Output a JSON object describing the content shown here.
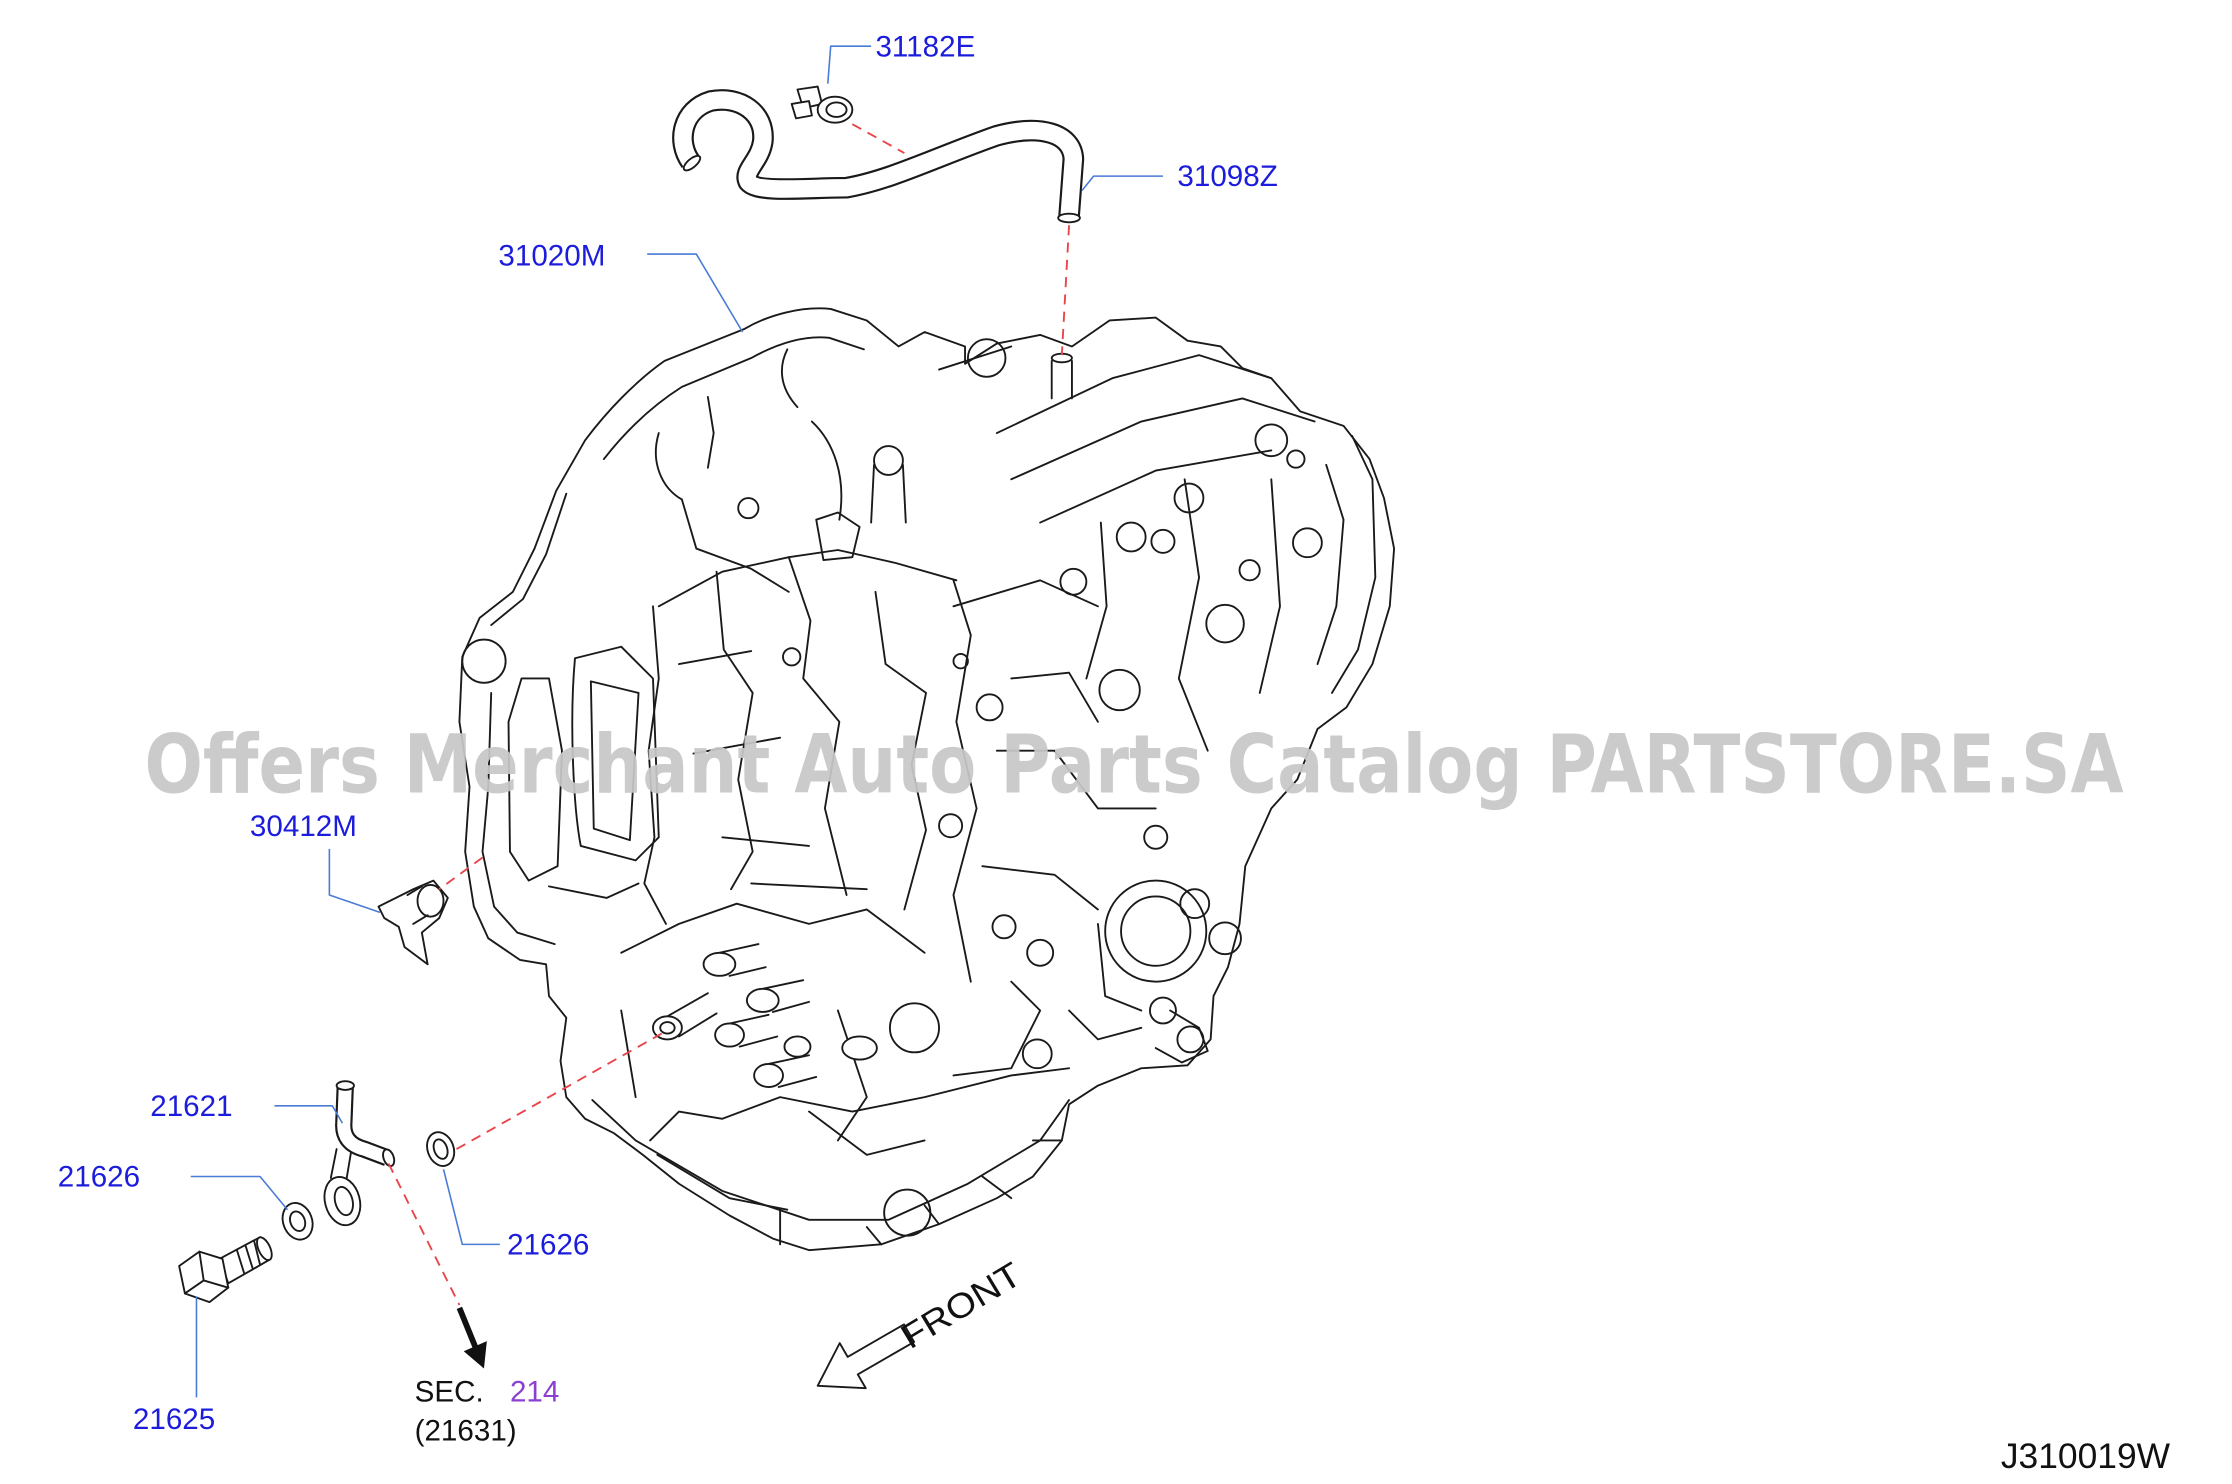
{
  "watermark": "Offers Merchant Auto Parts Catalog PARTSTORE.SA",
  "callouts": [
    {
      "label": "31182E"
    },
    {
      "label": "31098Z"
    },
    {
      "label": "31020M"
    },
    {
      "label": "30412M"
    },
    {
      "label": "21621"
    },
    {
      "label": "21626"
    },
    {
      "label": "21626"
    },
    {
      "label": "21625"
    }
  ],
  "section_reference": {
    "prefix": "SEC.",
    "section": "214",
    "part": "(21631)"
  },
  "direction_label": "FRONT",
  "figure_code": "J310019W",
  "colors": {
    "callout": "#1c1cdc",
    "section_link": "#8a3fd0",
    "leader": "#4a7bd6",
    "guide_dashed": "#e8454a",
    "watermark": "#c8c8c8",
    "line_art": "#1a1a1a"
  }
}
